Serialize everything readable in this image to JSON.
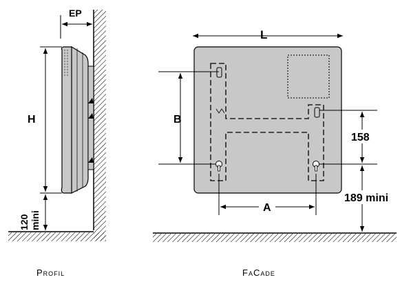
{
  "diagram": {
    "profile": {
      "caption": "Profil",
      "dims": {
        "ep": "EP",
        "h": "H",
        "mini_value": "120",
        "mini_word": "mini"
      }
    },
    "facade": {
      "caption": "FaCade",
      "dims": {
        "l": "L",
        "b": "B",
        "a": "A",
        "d158": "158",
        "d189": "189 mini"
      }
    },
    "colors": {
      "panel": "#c8c8c8",
      "line": "#000000",
      "hatch": "#000000",
      "background": "#ffffff"
    }
  }
}
